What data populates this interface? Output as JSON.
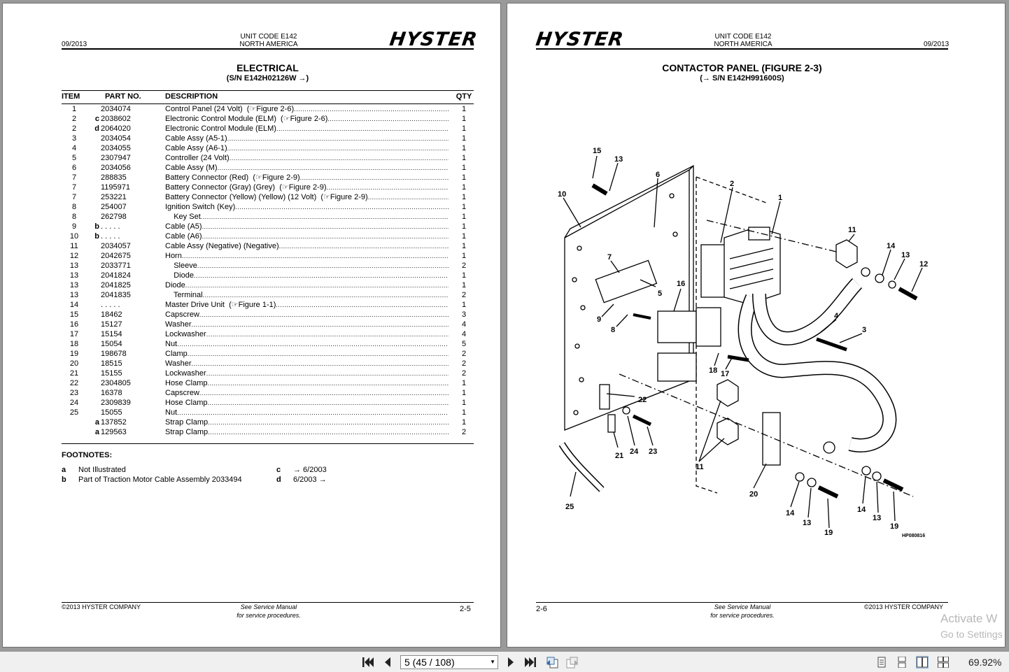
{
  "left_page": {
    "date": "09/2013",
    "unit_code": "UNIT CODE E142",
    "region": "NORTH AMERICA",
    "logo": "HYSTER",
    "title": "ELECTRICAL",
    "subtitle": "(S/N E142H02126W →)",
    "columns": {
      "item": "ITEM",
      "part": "PART NO.",
      "desc": "DESCRIPTION",
      "qty": "QTY"
    },
    "rows": [
      {
        "item": "1",
        "mark": "",
        "part": "2034074",
        "desc": "Control Panel (24 Volt)  (☞Figure 2-6)",
        "qty": "1"
      },
      {
        "item": "2",
        "mark": "c",
        "part": "2038602",
        "desc": "Electronic Control Module (ELM)  (☞Figure 2-6)",
        "qty": "1"
      },
      {
        "item": "2",
        "mark": "d",
        "part": "2064020",
        "desc": "Electronic Control Module (ELM)",
        "qty": "1"
      },
      {
        "item": "3",
        "mark": "",
        "part": "2034054",
        "desc": "Cable Assy (A5-1)",
        "qty": "1"
      },
      {
        "item": "4",
        "mark": "",
        "part": "2034055",
        "desc": "Cable Assy (A6-1)",
        "qty": "1"
      },
      {
        "item": "5",
        "mark": "",
        "part": "2307947",
        "desc": "Controller (24 Volt)",
        "qty": "1"
      },
      {
        "item": "6",
        "mark": "",
        "part": "2034056",
        "desc": "Cable Assy (M)",
        "qty": "1"
      },
      {
        "item": "7",
        "mark": "",
        "part": "288835",
        "desc": "Battery Connector (Red)  (☞Figure 2-9)",
        "qty": "1"
      },
      {
        "item": "7",
        "mark": "",
        "part": "1195971",
        "desc": "Battery Connector (Gray) (Grey)  (☞Figure 2-9)",
        "qty": "1"
      },
      {
        "item": "7",
        "mark": "",
        "part": "253221",
        "desc": "Battery Connector (Yellow) (Yellow) (12 Volt)  (☞Figure 2-9)",
        "qty": "1"
      },
      {
        "item": "8",
        "mark": "",
        "part": "254007",
        "desc": "Ignition Switch (Key)",
        "qty": "1"
      },
      {
        "item": "8",
        "mark": "",
        "part": "262798",
        "desc": "    Key Set",
        "qty": "1"
      },
      {
        "item": "9",
        "mark": "b",
        "part": ". . . . .",
        "desc": "Cable (A5)",
        "qty": "1"
      },
      {
        "item": "10",
        "mark": "b",
        "part": ". . . . .",
        "desc": "Cable (A6)",
        "qty": "1"
      },
      {
        "item": "11",
        "mark": "",
        "part": "2034057",
        "desc": "Cable Assy (Negative) (Negative)",
        "qty": "1"
      },
      {
        "item": "12",
        "mark": "",
        "part": "2042675",
        "desc": "Horn",
        "qty": "1"
      },
      {
        "item": "13",
        "mark": "",
        "part": "2033771",
        "desc": "    Sleeve",
        "qty": "2"
      },
      {
        "item": "13",
        "mark": "",
        "part": "2041824",
        "desc": "    Diode",
        "qty": "1"
      },
      {
        "item": "13",
        "mark": "",
        "part": "2041825",
        "desc": "Diode",
        "qty": "1"
      },
      {
        "item": "13",
        "mark": "",
        "part": "2041835",
        "desc": "    Terminal",
        "qty": "2"
      },
      {
        "item": "14",
        "mark": "",
        "part": ". . . . .",
        "desc": "Master Drive Unit  (☞Figure 1-1)",
        "qty": "1"
      },
      {
        "item": "15",
        "mark": "",
        "part": "18462",
        "desc": "Capscrew",
        "qty": "3"
      },
      {
        "item": "16",
        "mark": "",
        "part": "15127",
        "desc": "Washer",
        "qty": "4"
      },
      {
        "item": "17",
        "mark": "",
        "part": "15154",
        "desc": "Lockwasher",
        "qty": "4"
      },
      {
        "item": "18",
        "mark": "",
        "part": "15054",
        "desc": "Nut",
        "qty": "5"
      },
      {
        "item": "19",
        "mark": "",
        "part": "198678",
        "desc": "Clamp",
        "qty": "2"
      },
      {
        "item": "20",
        "mark": "",
        "part": "18515",
        "desc": "Washer",
        "qty": "2"
      },
      {
        "item": "21",
        "mark": "",
        "part": "15155",
        "desc": "Lockwasher",
        "qty": "2"
      },
      {
        "item": "22",
        "mark": "",
        "part": "2304805",
        "desc": "Hose Clamp",
        "qty": "1"
      },
      {
        "item": "23",
        "mark": "",
        "part": "16378",
        "desc": "Capscrew",
        "qty": "1"
      },
      {
        "item": "24",
        "mark": "",
        "part": "2309839",
        "desc": "Hose Clamp",
        "qty": "1"
      },
      {
        "item": "25",
        "mark": "",
        "part": "15055",
        "desc": "Nut",
        "qty": "1"
      },
      {
        "item": "",
        "mark": "a",
        "part": "137852",
        "desc": "Strap Clamp",
        "qty": "1"
      },
      {
        "item": "",
        "mark": "a",
        "part": "129563",
        "desc": "Strap Clamp",
        "qty": "2"
      }
    ],
    "footnotes_title": "FOOTNOTES:",
    "footnotes": [
      {
        "key": "a",
        "text": "Not Illustrated"
      },
      {
        "key": "b",
        "text": "Part of Traction Motor Cable Assembly 2033494"
      },
      {
        "key": "c",
        "text": "→ 6/2003"
      },
      {
        "key": "d",
        "text": "6/2003 →"
      }
    ],
    "copyright": "©2013 HYSTER COMPANY",
    "see_manual_1": "See Service Manual",
    "see_manual_2": "for service procedures.",
    "page_number": "2-5"
  },
  "right_page": {
    "date": "09/2013",
    "unit_code": "UNIT CODE E142",
    "region": "NORTH AMERICA",
    "logo": "HYSTER",
    "title": "CONTACTOR PANEL (FIGURE 2-3)",
    "subtitle": "(→ S/N E142H991600S)",
    "drawing_id": "HP080816",
    "callouts": [
      "15",
      "13",
      "6",
      "10",
      "2",
      "1",
      "11",
      "14",
      "13",
      "12",
      "7",
      "5",
      "16",
      "4",
      "3",
      "9",
      "8",
      "18",
      "17",
      "22",
      "11",
      "21",
      "24",
      "23",
      "20",
      "14",
      "13",
      "19",
      "14",
      "13",
      "19",
      "25"
    ],
    "copyright": "©2013 HYSTER COMPANY",
    "see_manual_1": "See Service Manual",
    "see_manual_2": "for service procedures.",
    "page_number": "2-6"
  },
  "toolbar": {
    "page_field": "5 (45 / 108)",
    "zoom": "69.92%"
  },
  "watermark": {
    "line1": "Activate W",
    "line2": "Go to Settings"
  }
}
